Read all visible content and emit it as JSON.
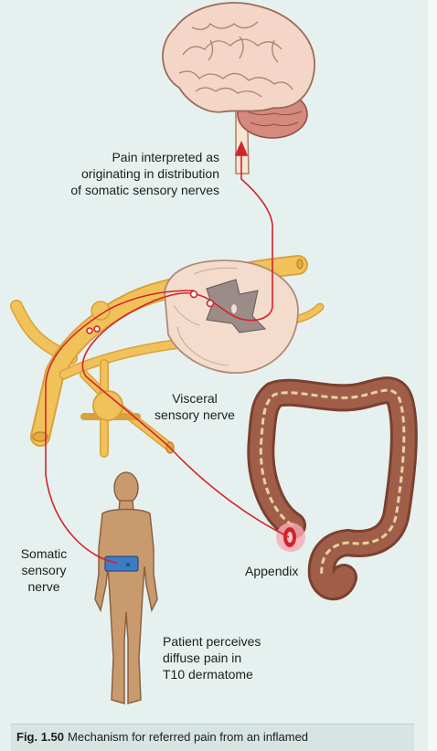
{
  "labels": {
    "pain_interpreted": "Pain interpreted as\noriginating in distribution\nof somatic sensory nerves",
    "visceral_nerve": "Visceral\nsensory nerve",
    "somatic_nerve": "Somatic\nsensory\nnerve",
    "appendix": "Appendix",
    "patient_perceives": "Patient perceives\ndiffuse pain in\nT10 dermatome"
  },
  "caption": {
    "fig_number": "Fig. 1.50",
    "text": "Mechanism for referred pain from an inflamed"
  },
  "colors": {
    "background": "#e6f1ef",
    "nerve": "#f2c25a",
    "pathway": "#d2232a",
    "brain": "#f3d6c8",
    "cerebellum": "#d48a7e",
    "colon": "#8a4b3a",
    "skin": "#c99a6e",
    "dermatome": "#3d7bc4"
  }
}
